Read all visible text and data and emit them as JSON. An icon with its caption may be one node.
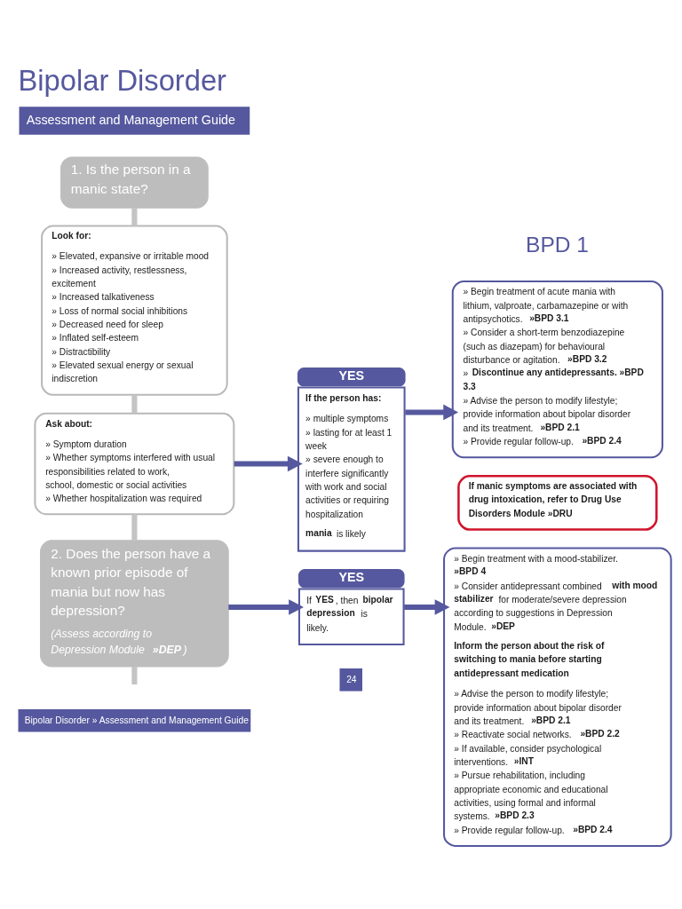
{
  "diagram": {
    "title": "Bipolar Disorder",
    "nodes": [
      {
        "text": [
          "1. Is the person in a manic state?"
        ]
      },
      {
        "text": [
          "Look for:",
          "» Elevated, expansive or irritable mood",
          "» Increased activity, restlessness, excitement",
          "» Increased talkativeness",
          "» Loss of normal social inhibitions",
          "» Decreased need for sleep",
          "» Inflated self-esteem",
          "» Distractibility",
          "» Elevated sexual energy or sexual indiscretion"
        ]
      },
      {
        "text": [
          "Ask about:",
          "» Symptom duration",
          "» Whether symptoms interfered with usual responsibilities related to work, school, domestic or social activities",
          "» Whether hospitalization was required"
        ]
      },
      {
        "text": [
          "YES",
          "If the person has:",
          "» multiple symptoms",
          "» lasting for at least 1 week",
          "» severe enough to interfere significantly with work and social activities or requiring hospitalization",
          "**mania** is likely"
        ]
      },
      {
        "text": [
          "» Begin treatment of acute mania with lithium, valproate, carbamazepine or with antipsychotics. **»BPD 3.1**",
          "» Consider a short-term benzodiazepine (such as diazepam) for behavioural disturbance or agitation. **»BPD 3.2**",
          "» **Discontinue any antidepressants. »BPD 3.3**",
          "» Advise the person to modify lifestyle; provide information about bipolar disorder and its treatment. **»BPD 2.1**",
          "» Provide regular follow-up. **»BPD 2.4**"
        ]
      },
      {
        "text": [
          "If manic symptoms are associated with drug intoxication, refer to Drug Use Disorders Module »DRU"
        ]
      },
      {
        "text": [
          "2. Does the person have a known prior episode of mania but now has depression?",
          "(Assess according to Depression Module **»DEP**)"
        ]
      },
      {
        "text": [
          "YES",
          "If **YES**, then **bipolar depression** is likely."
        ]
      },
      {
        "text": [
          "» Begin treatment with a mood-stabilizer. **»BPD 4**",
          "» Consider antidepressant combined **with mood stabilizer** for moderate/severe depression according to suggestions in Depression Module. **»DEP**",
          "Inform the person about the risk of switching to mania before starting antidepressant medication",
          "» Advise the person to modify lifestyle; provide information about bipolar disorder and its treatment. **»BPD 2.1**",
          "» Reactivate social networks. **»BPD 2.2**",
          "» If available, consider psychological interventions. **»INT**",
          "» Pursue rehabilitation, including appropriate economic and educational activities, using formal and informal systems. **»BPD 2.3**",
          "» Provide regular follow-up. **»BPD 2.4**"
        ]
      }
    ],
    "edges": [
      {
        "from": 0,
        "to": 1,
        "arrow": "none",
        "color": "#c4c4c4"
      },
      {
        "from": 1,
        "to": 2,
        "arrow": "none",
        "color": "#c4c4c4"
      },
      {
        "from": 2,
        "to": 6,
        "arrow": "none",
        "color": "#c4c4c4"
      },
      {
        "from": 6,
        "to": null,
        "arrow": "none",
        "color": "#c4c4c4"
      },
      {
        "from": 2,
        "to": 3,
        "arrow": "to",
        "color": "#55589e"
      },
      {
        "from": 3,
        "to": 4,
        "arrow": "to",
        "color": "#55589e"
      },
      {
        "from": 6,
        "to": 7,
        "arrow": "to",
        "color": "#55589e"
      },
      {
        "from": 7,
        "to": 8,
        "arrow": "to",
        "color": "#55589e"
      }
    ],
    "labels": [
      "BPD 1",
      "Assessment and Management Guide",
      "Bipolar Disorder » Assessment and Management Guide",
      "24"
    ]
  }
}
